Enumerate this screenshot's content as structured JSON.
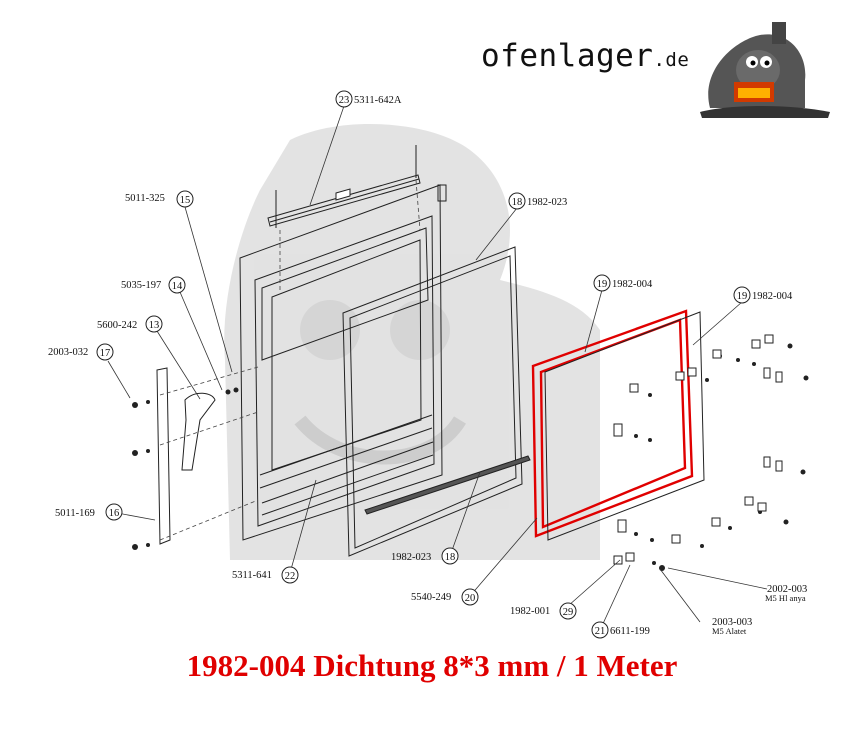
{
  "brand": {
    "name": "ofenlager",
    "tld": ".de"
  },
  "caption": "1982-004 Dichtung 8*3 mm / 1 Meter",
  "highlight_color": "#e00000",
  "callouts": {
    "c23": {
      "num": "23",
      "code": "5311-642A"
    },
    "c15": {
      "num": "15",
      "code": "5011-325"
    },
    "c18a": {
      "num": "18",
      "code": "1982-023"
    },
    "c14": {
      "num": "14",
      "code": "5035-197"
    },
    "c19a": {
      "num": "19",
      "code": "1982-004"
    },
    "c19b": {
      "num": "19",
      "code": "1982-004"
    },
    "c13": {
      "num": "13",
      "code": "5600-242"
    },
    "c17": {
      "num": "17",
      "code": "2003-032"
    },
    "c16": {
      "num": "16",
      "code": "5011-169"
    },
    "c22": {
      "num": "22",
      "code": "5311-641"
    },
    "c18b": {
      "num": "18",
      "code": "1982-023"
    },
    "c20": {
      "num": "20",
      "code": "5540-249"
    },
    "c29": {
      "num": "29",
      "code": "1982-001"
    },
    "c21": {
      "num": "21",
      "code": "6611-199"
    },
    "c2002": {
      "code": "2002-003",
      "sub": "M5 Hl anya"
    },
    "c2003": {
      "code": "2003-003",
      "sub": "M5 Alatet"
    }
  }
}
